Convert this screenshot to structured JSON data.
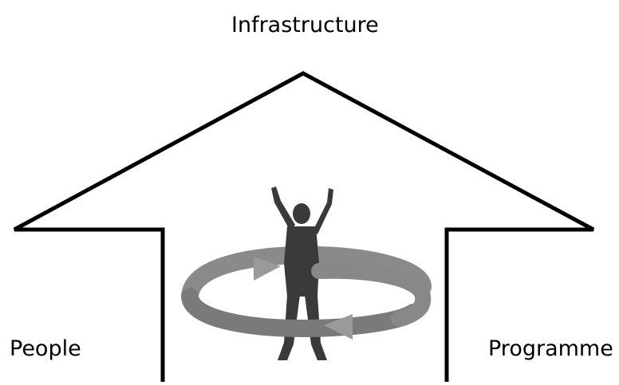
{
  "labels": {
    "top": "Infrastructure",
    "left": "People",
    "right": "Programme"
  },
  "colors": {
    "outline": "#000000",
    "figure": "#3a3a3a",
    "ring": "#8a8a8a",
    "ring_dark": "#666666",
    "arrow": "#9a9a9a",
    "background": "#ffffff"
  },
  "icons": {
    "central_graphic": "person-with-circular-arrows-icon"
  }
}
